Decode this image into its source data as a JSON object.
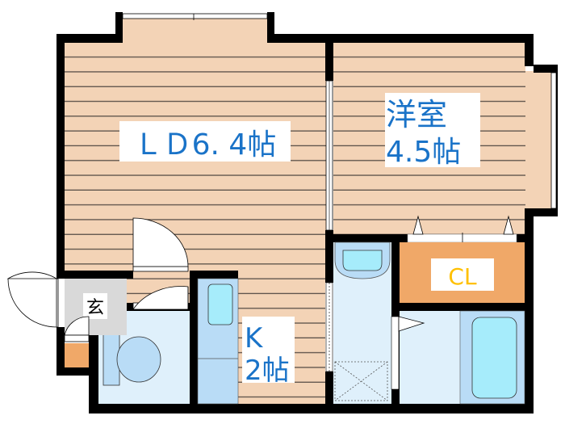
{
  "floor_plan": {
    "rooms": {
      "ld": {
        "label": "ＬＤ6. 4帖"
      },
      "western": {
        "label_line1": "洋室",
        "label_line2": "4.5帖"
      },
      "kitchen": {
        "label_line1": "K",
        "label_line2": "2帖"
      },
      "closet": {
        "label": "CL"
      },
      "entrance": {
        "label": "玄"
      }
    },
    "colors": {
      "floor": "#f3d3b6",
      "floor_line": "#5a5048",
      "wall": "#000000",
      "wet_area": "#dff0fb",
      "fixture": "#b9dcf6",
      "fixture_inner": "#a6ecfb",
      "closet": "#f0a868",
      "entrance": "#d9d9d9",
      "label_blue": "#1a73c8",
      "label_yellow": "#ffc000"
    }
  }
}
